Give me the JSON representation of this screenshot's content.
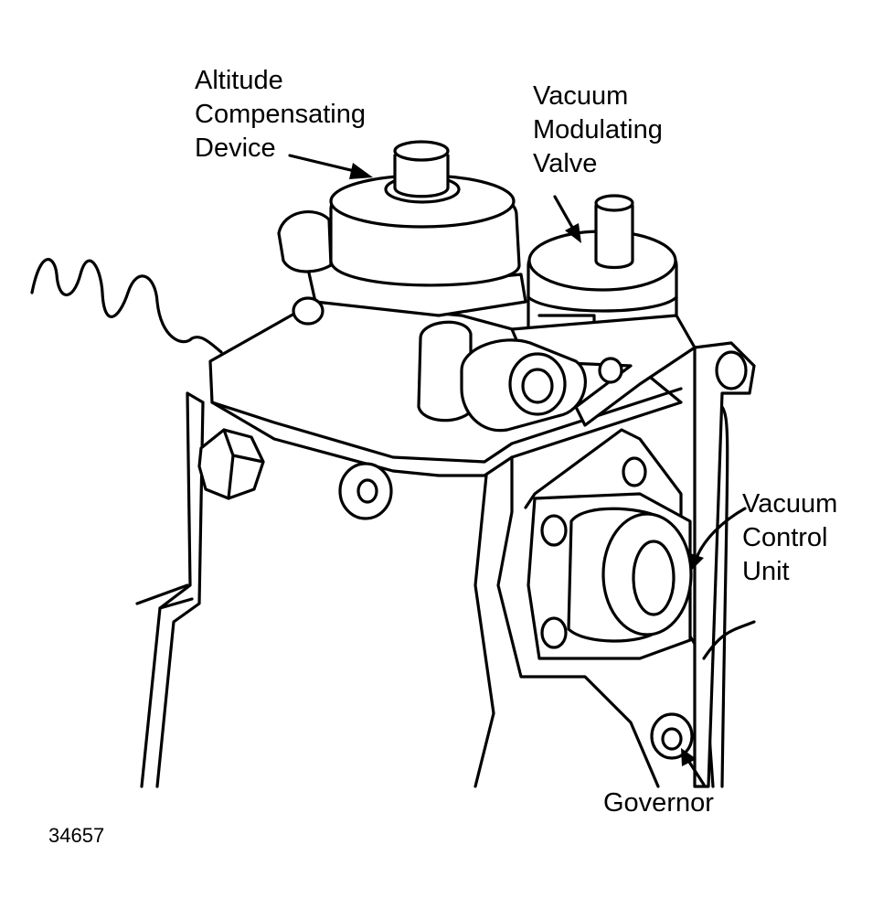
{
  "labels": {
    "altitude_device": [
      "Altitude",
      "Compensating",
      "Device"
    ],
    "vacuum_modulating_valve": [
      "Vacuum",
      "Modulating",
      "Valve"
    ],
    "vacuum_control_unit": [
      "Vacuum",
      "Control",
      "Unit"
    ],
    "governor": "Governor"
  },
  "figure_number": "34657",
  "colors": {
    "line": "#000000",
    "background": "#ffffff"
  }
}
